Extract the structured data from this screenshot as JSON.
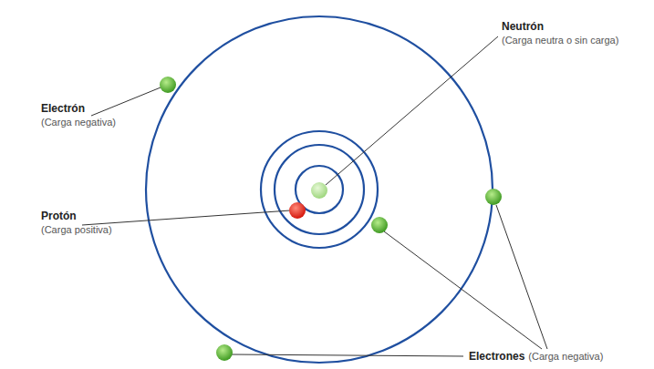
{
  "diagram": {
    "labels": [
      "Electrón",
      "(Carga negativa)",
      "Neutrón",
      "(Carga neutra o sin carga)",
      "Protón",
      "(Carga positiva)",
      "Electrones",
      "(Carga negativa)"
    ]
  }
}
